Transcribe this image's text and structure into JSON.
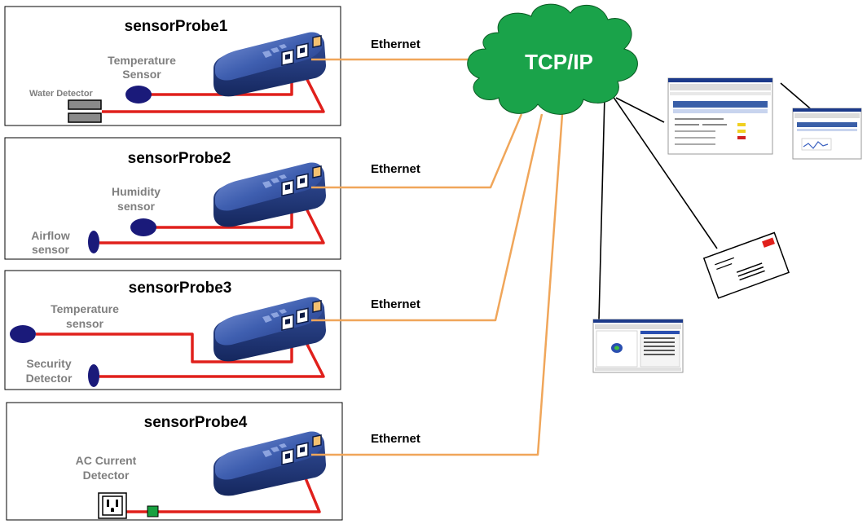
{
  "colors": {
    "cloud": "#1aa34a",
    "probe_body": "#3f5fb0",
    "sensor_wire": "#e0201c",
    "ethernet_wire": "#f0a65a",
    "sensor_dot": "#1a1a7a",
    "label_gray": "#7f7f7f"
  },
  "network": {
    "cloud_label": "TCP/IP"
  },
  "panels": [
    {
      "title": "sensorProbe1",
      "ethernet_label": "Ethernet",
      "sensors": [
        {
          "label_line1": "Temperature",
          "label_line2": "Sensor",
          "icon": "round-sensor-icon"
        },
        {
          "label_line1": "Water Detector",
          "label_line2": "",
          "icon": "water-detector-icon"
        }
      ]
    },
    {
      "title": "sensorProbe2",
      "ethernet_label": "Ethernet",
      "sensors": [
        {
          "label_line1": "Humidity",
          "label_line2": "sensor",
          "icon": "round-sensor-icon"
        },
        {
          "label_line1": "Airflow",
          "label_line2": "sensor",
          "icon": "oval-sensor-icon"
        }
      ]
    },
    {
      "title": "sensorProbe3",
      "ethernet_label": "Ethernet",
      "sensors": [
        {
          "label_line1": "Temperature",
          "label_line2": "sensor",
          "icon": "round-sensor-icon"
        },
        {
          "label_line1": "Security",
          "label_line2": "Detector",
          "icon": "oval-sensor-icon"
        }
      ]
    },
    {
      "title": "sensorProbe4",
      "ethernet_label": "Ethernet",
      "sensors": [
        {
          "label_line1": "AC Current",
          "label_line2": "Detector",
          "icon": "ac-outlet-icon"
        }
      ]
    }
  ],
  "clients": [
    {
      "icon": "browser-screenshot-icon"
    },
    {
      "icon": "small-browser-screenshot-icon"
    },
    {
      "icon": "email-envelope-icon"
    },
    {
      "icon": "management-software-icon"
    }
  ]
}
